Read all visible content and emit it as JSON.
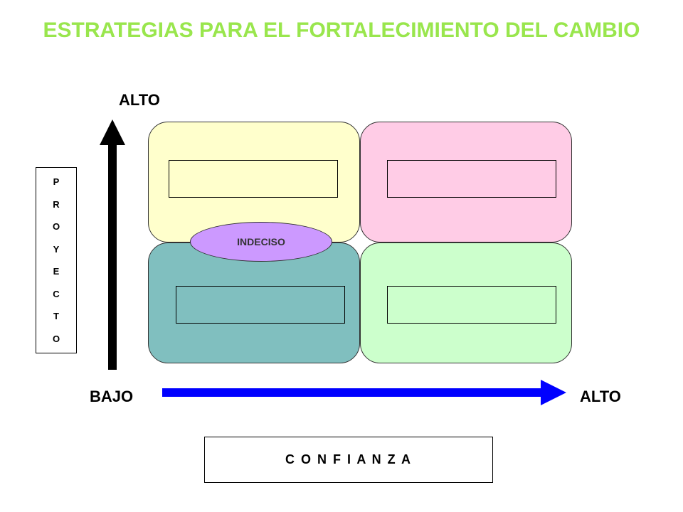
{
  "title": "ESTRATEGIAS PARA EL FORTALECIMIENTO DEL CAMBIO",
  "y_axis": {
    "high_label": "ALTO",
    "letters": [
      "P",
      "R",
      "O",
      "Y",
      "E",
      "C",
      "T",
      "O"
    ]
  },
  "x_axis": {
    "low_label": "BAJO",
    "high_label": "ALTO",
    "name": "C O N F I A N Z A"
  },
  "center_label": "INDECISO",
  "colors": {
    "title": "#99e64d",
    "quadrant_top_left": "#ffffcc",
    "quadrant_top_right": "#ffcce6",
    "quadrant_bottom_left": "#80bfbf",
    "quadrant_bottom_right": "#ccffcc",
    "center_ellipse": "#cc99ff",
    "vertical_arrow": "#000000",
    "horizontal_arrow": "#0000ff"
  }
}
